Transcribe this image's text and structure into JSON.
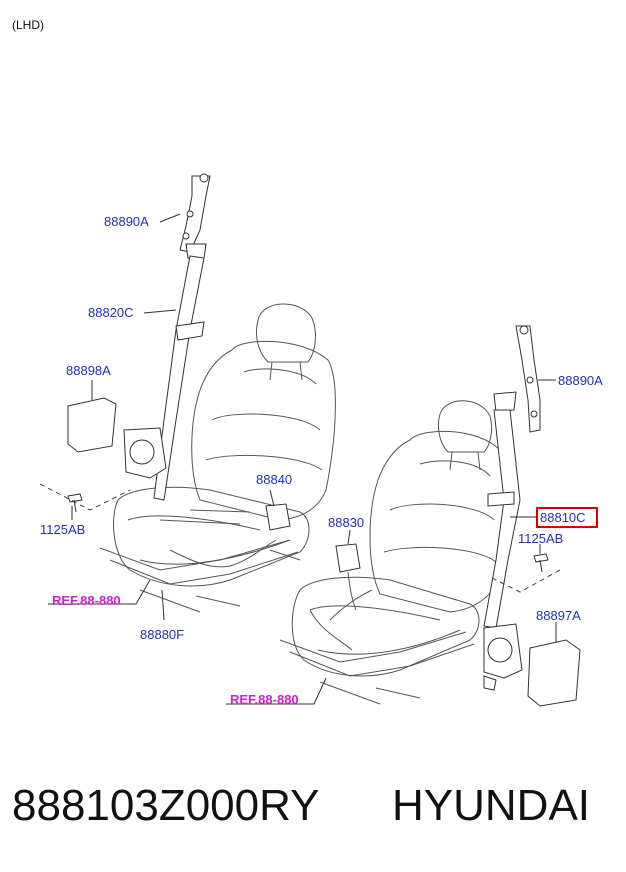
{
  "header": {
    "variant": "(LHD)"
  },
  "labels": {
    "l_88890A": "88890A",
    "l_88820C": "88820C",
    "l_88898A": "88898A",
    "l_1125AB_left": "1125AB",
    "l_88840": "88840",
    "l_ref_left": "REF.88-880",
    "l_88880F": "88880F",
    "l_88830": "88830",
    "l_ref_right": "REF.88-880",
    "r_88890A": "88890A",
    "r_88810C": "88810C",
    "r_1125AB": "1125AB",
    "r_88897A": "88897A"
  },
  "highlight_color": "#dd0000",
  "label_color": "#2233aa",
  "ref_color": "#cc22cc",
  "footer": {
    "part_number": "888103Z000RY",
    "brand": "HYUNDAI"
  }
}
